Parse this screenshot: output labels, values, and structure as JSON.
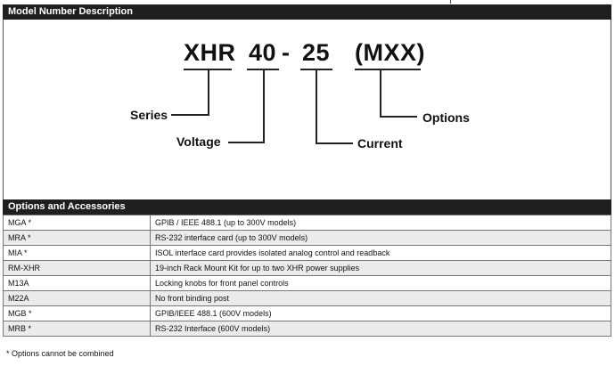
{
  "section_model": {
    "title": "Model Number Description",
    "code": {
      "series": "XHR",
      "voltage": "40",
      "dash": "-",
      "current": "25",
      "options": "(MXX)"
    },
    "labels": {
      "series": "Series",
      "voltage": "Voltage",
      "current": "Current",
      "options": "Options"
    }
  },
  "section_options": {
    "title": "Options and Accessories",
    "rows": [
      {
        "code": "MGA *",
        "description": "GPIB / IEEE 488.1 (up to 300V models)"
      },
      {
        "code": "MRA *",
        "description": "RS-232 interface card (up to 300V models)"
      },
      {
        "code": "MIA *",
        "description": "ISOL interface card provides isolated analog control and readback"
      },
      {
        "code": "RM-XHR",
        "description": "19-inch Rack Mount Kit for up to two XHR power supplies"
      },
      {
        "code": "M13A",
        "description": "Locking knobs for front panel controls"
      },
      {
        "code": "M22A",
        "description": "No front binding post"
      },
      {
        "code": "MGB *",
        "description": "GPIB/IEEE 488.1  (600V models)"
      },
      {
        "code": "MRB *",
        "description": "RS-232 Interface   (600V models)"
      }
    ]
  },
  "footnote": "* Options cannot be combined"
}
